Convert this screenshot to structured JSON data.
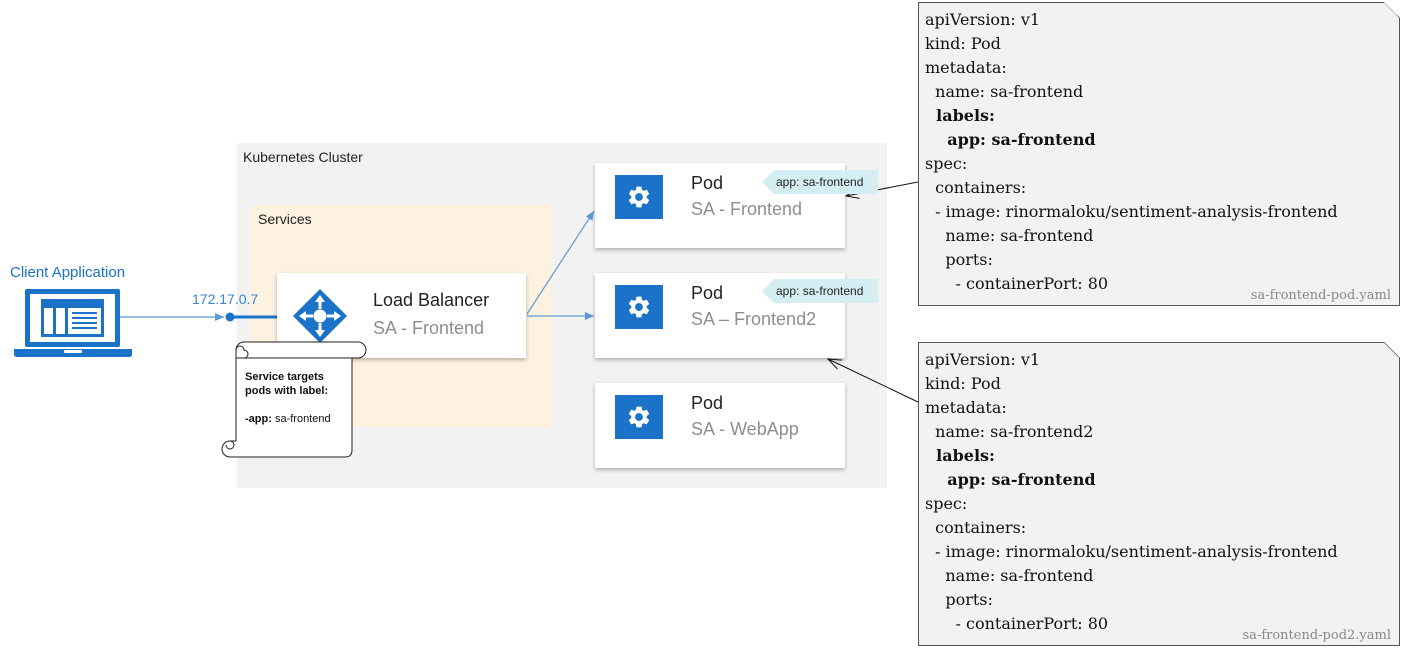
{
  "cluster": {
    "title": "Kubernetes Cluster"
  },
  "services": {
    "title": "Services"
  },
  "client": {
    "label": "Client Application"
  },
  "ip": "172.17.0.7",
  "load_balancer": {
    "title": "Load Balancer",
    "subtitle": "SA - Frontend"
  },
  "scroll": {
    "line1": "Service targets",
    "line2": "pods with label:",
    "key": "-app:",
    "value": " sa-frontend"
  },
  "pods": [
    {
      "title": "Pod",
      "subtitle": "SA - Frontend",
      "tag": "app: sa-frontend"
    },
    {
      "title": "Pod",
      "subtitle": "SA – Frontend2",
      "tag": "app: sa-frontend"
    },
    {
      "title": "Pod",
      "subtitle": "SA - WebApp"
    }
  ],
  "yaml1": {
    "filename": "sa-frontend-pod.yaml",
    "lines": [
      "apiVersion: v1",
      "kind: Pod",
      "metadata:",
      "  name: sa-frontend",
      "  labels:",
      "    app: sa-frontend",
      "spec:",
      "  containers:",
      "  - image: rinormaloku/sentiment-analysis-frontend",
      "    name: sa-frontend",
      "    ports:",
      "      - containerPort: 80"
    ]
  },
  "yaml2": {
    "filename": "sa-frontend-pod2.yaml",
    "lines": [
      "apiVersion: v1",
      "kind: Pod",
      "metadata:",
      "  name: sa-frontend2",
      "  labels:",
      "    app: sa-frontend",
      "spec:",
      "  containers:",
      "  - image: rinormaloku/sentiment-analysis-frontend",
      "    name: sa-frontend",
      "    ports:",
      "      - containerPort: 80"
    ]
  },
  "colors": {
    "accent": "#1a73c8",
    "services_bg": "#fdf2e0",
    "cluster_bg": "#f2f2f2",
    "tag_bg": "#d4eef4"
  }
}
